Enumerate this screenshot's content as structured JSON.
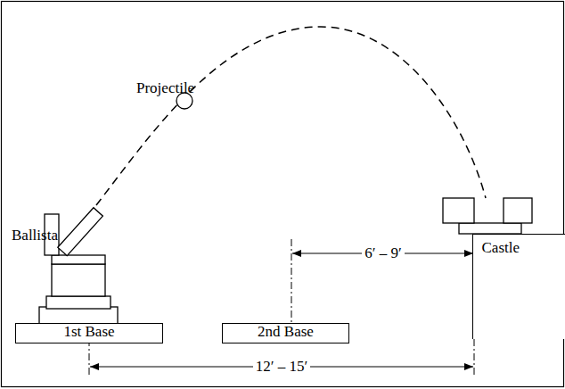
{
  "diagram": {
    "nodes": [
      {
        "text": [
          "1st Base"
        ]
      },
      {
        "text": [
          "2nd Base"
        ]
      },
      {
        "text": [
          "Castle"
        ]
      }
    ],
    "labels": [
      "Ballista",
      "Projectile",
      "6′ – 9′",
      "12′ – 15′"
    ]
  }
}
